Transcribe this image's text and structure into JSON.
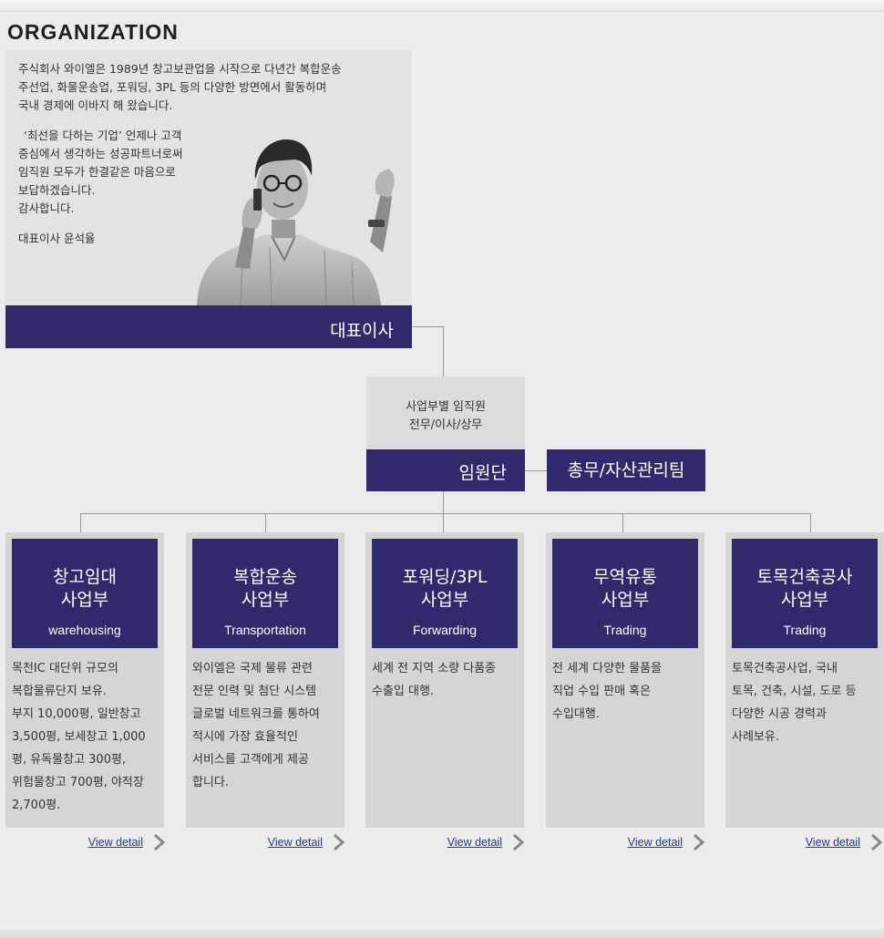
{
  "page": {
    "title": "ORGANIZATION"
  },
  "ceo": {
    "message_lines": [
      "주식회사 와이엘은 1989년 창고보관업을 시작으로 다년간 복합운송",
      "주선업, 화물운송업, 포워딩, 3PL 등의 다양한 방면에서 활동하며",
      "국내 경제에 이바지 해 왔습니다.",
      "",
      "‘최선을 다하는 기업’ 언제나 고객",
      "중심에서 생각하는 성공파트너로써",
      "임직원 모두가 한결같은 마음으로",
      "보답하겠습니다.",
      "감사합니다.",
      "",
      "대표이사 윤석율"
    ],
    "bar_label": "대표이사"
  },
  "executives": {
    "line1": "사업부별 임직원",
    "line2": "전무/이사/상무",
    "bar_label": "임원단",
    "ga_label": "총무/자산관리팀"
  },
  "divisions": [
    {
      "title1": "창고임대",
      "title2": "사업부",
      "subtitle": "warehousing",
      "desc_lines": [
        "목천IC 대단위 규모의",
        "복합물류단지 보유.",
        "부지 10,000평, 일반창고",
        "3,500평, 보세창고 1,000",
        "평, 유독물창고 300평,",
        "위험물창고 700평, 야적장",
        "2,700평."
      ],
      "detail_label": "View detail"
    },
    {
      "title1": "복합운송",
      "title2": "사업부",
      "subtitle": "Transportation",
      "desc_lines": [
        "와이엘은 국제 물류 관련",
        "전문 인력 및 첨단 시스템",
        "글로벌 네트워크를 통하여",
        "적시에 가장 효율적인",
        "서비스를 고객에게 제공",
        "합니다."
      ],
      "detail_label": "View detail"
    },
    {
      "title1": "포워딩/3PL",
      "title2": "사업부",
      "subtitle": "Forwarding",
      "desc_lines": [
        "세계 전 지역 소량 다품종",
        "수출입 대행."
      ],
      "detail_label": "View detail"
    },
    {
      "title1": "무역유통",
      "title2": "사업부",
      "subtitle": "Trading",
      "desc_lines": [
        "전 세계 다양한 물품을",
        "직업 수입 판매 혹은",
        "수입대행."
      ],
      "detail_label": "View detail"
    },
    {
      "title1": "토목건축공사",
      "title2": "사업부",
      "subtitle": "Trading",
      "desc_lines": [
        "토목건축공사업, 국내",
        "토목, 건축, 시설, 도로 등",
        "다양한 시공 경력과",
        "사례보유."
      ],
      "detail_label": "View detail"
    }
  ]
}
